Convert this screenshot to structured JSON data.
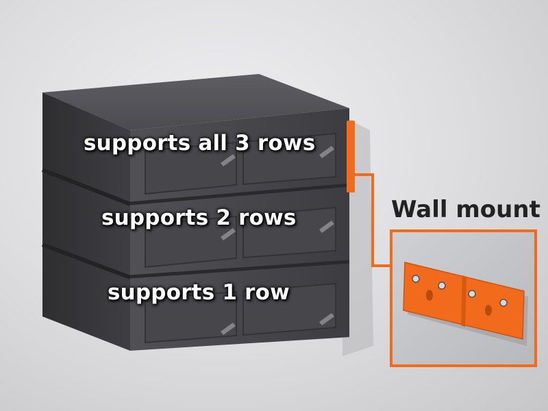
{
  "labels": {
    "row3": "supports all 3 rows",
    "row2": "supports 2 rows",
    "row1": "supports 1 row"
  },
  "callout": {
    "title": "Wall mount"
  },
  "colors": {
    "accent": "#f26a1b",
    "cabinet": "#4a4a4e",
    "wall": "#dcdcde",
    "title_text": "#222222",
    "label_text": "#ffffff"
  }
}
